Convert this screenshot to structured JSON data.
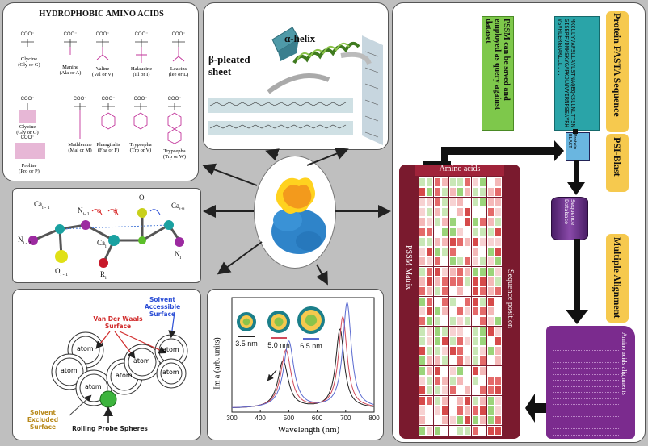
{
  "amino_panel": {
    "title": "HYDROPHOBIC AMINO ACIDS",
    "acids": [
      {
        "name": "Clycine",
        "code": "(Gly or G)"
      },
      {
        "name": "Manine",
        "code": "(Ala or A)"
      },
      {
        "name": "Valine",
        "code": "(Val or V)"
      },
      {
        "name": "Halaucine",
        "code": "(Ill or I)"
      },
      {
        "name": "Leacins",
        "code": "(lee or L)"
      },
      {
        "name": "Clycine",
        "code": "(Gly or G)"
      },
      {
        "name": "Mathlenine",
        "code": "(Mal or M)"
      },
      {
        "name": "Phangilalis",
        "code": "(Fha or F)"
      },
      {
        "name": "Trypsepha",
        "code": "(Trp or V)"
      },
      {
        "name": "Trypsepha",
        "code": "(Trp or W)"
      },
      {
        "name": "Proline",
        "code": "(Pro or P)"
      }
    ]
  },
  "structure_panel": {
    "helix_label": "α-helix",
    "sheet_label_1": "β-pleated",
    "sheet_label_2": "sheet"
  },
  "backbone_panel": {
    "labels": {
      "ca_prev": "Ca",
      "ca_prev_sub": "i - 1",
      "n_i1": "N",
      "n_i1_sub": "i- 1",
      "n_i2": "N",
      "n_i2_sub": "i - 2",
      "o_prev": "O",
      "o_prev_sub": "i - 1",
      "ca_i": "Ca",
      "ca_i_sub": "i",
      "r_i": "R",
      "r_i_sub": "i",
      "o_i": "O",
      "o_i_sub": "i",
      "ca_next": "Ca",
      "ca_next_sub": "i+i",
      "n_i": "N",
      "n_i_sub": "i",
      "phi": "φ",
      "psi": "ψ"
    }
  },
  "surface_panel": {
    "solvent_accessible": "Solvent Accessible Surface",
    "van_der_waals": "Van Der Waals Surface",
    "solvent_excluded": "Solvent Excluded Surface",
    "probe": "Rolling Probe Spheres",
    "atom": "atom"
  },
  "chart_data": {
    "type": "line",
    "xlabel": "Wavelength (nm)",
    "ylabel": "Im a (arb. units)",
    "xlim": [
      300,
      800
    ],
    "xticks": [
      300,
      400,
      500,
      600,
      700,
      800
    ],
    "legend": [
      "3.5 nm",
      "5.0 nm",
      "6.5 nm"
    ],
    "series": [
      {
        "name": "3.5 nm",
        "color": "#222222",
        "peaks": [
          [
            480,
            0.27
          ],
          [
            680,
            0.45
          ]
        ]
      },
      {
        "name": "5.0 nm",
        "color": "#d04a5a",
        "peaks": [
          [
            490,
            0.33
          ],
          [
            690,
            0.52
          ]
        ]
      },
      {
        "name": "6.5 nm",
        "color": "#5a6ad0",
        "peaks": [
          [
            500,
            0.38
          ],
          [
            705,
            0.6
          ]
        ]
      }
    ]
  },
  "pipeline": {
    "pssm_saved": "PSSM can be saved and employed as query against dataset",
    "protein_fasta": "Protein FASTA Sequence",
    "fasta_seq": "MKCLLYVAFSLLAVLSTNAQEQKSLLNLTTSNGISERFVDNKSKYGAPKDLWVYIRNPSEAYRHVSVHLERGDAKLLL...",
    "psi_blast": "PSI-Blast",
    "protein_blast": "Protein BLAST",
    "sequence_database": "Sequence Database",
    "multiple_alignment": "Multiple Alignment",
    "amino_acids": "Amino acids",
    "pssm_matrix": "PSSM Matrix",
    "sequence_position": "Sequence position",
    "amino_acids_alignments": "Amino acids alignments"
  },
  "colors": {
    "green_box": "#7ec84b",
    "teal_box": "#2aa4a8",
    "yellow_label": "#f6c94e",
    "purple": "#6a2d85",
    "matrix_header": "#a0233a"
  }
}
